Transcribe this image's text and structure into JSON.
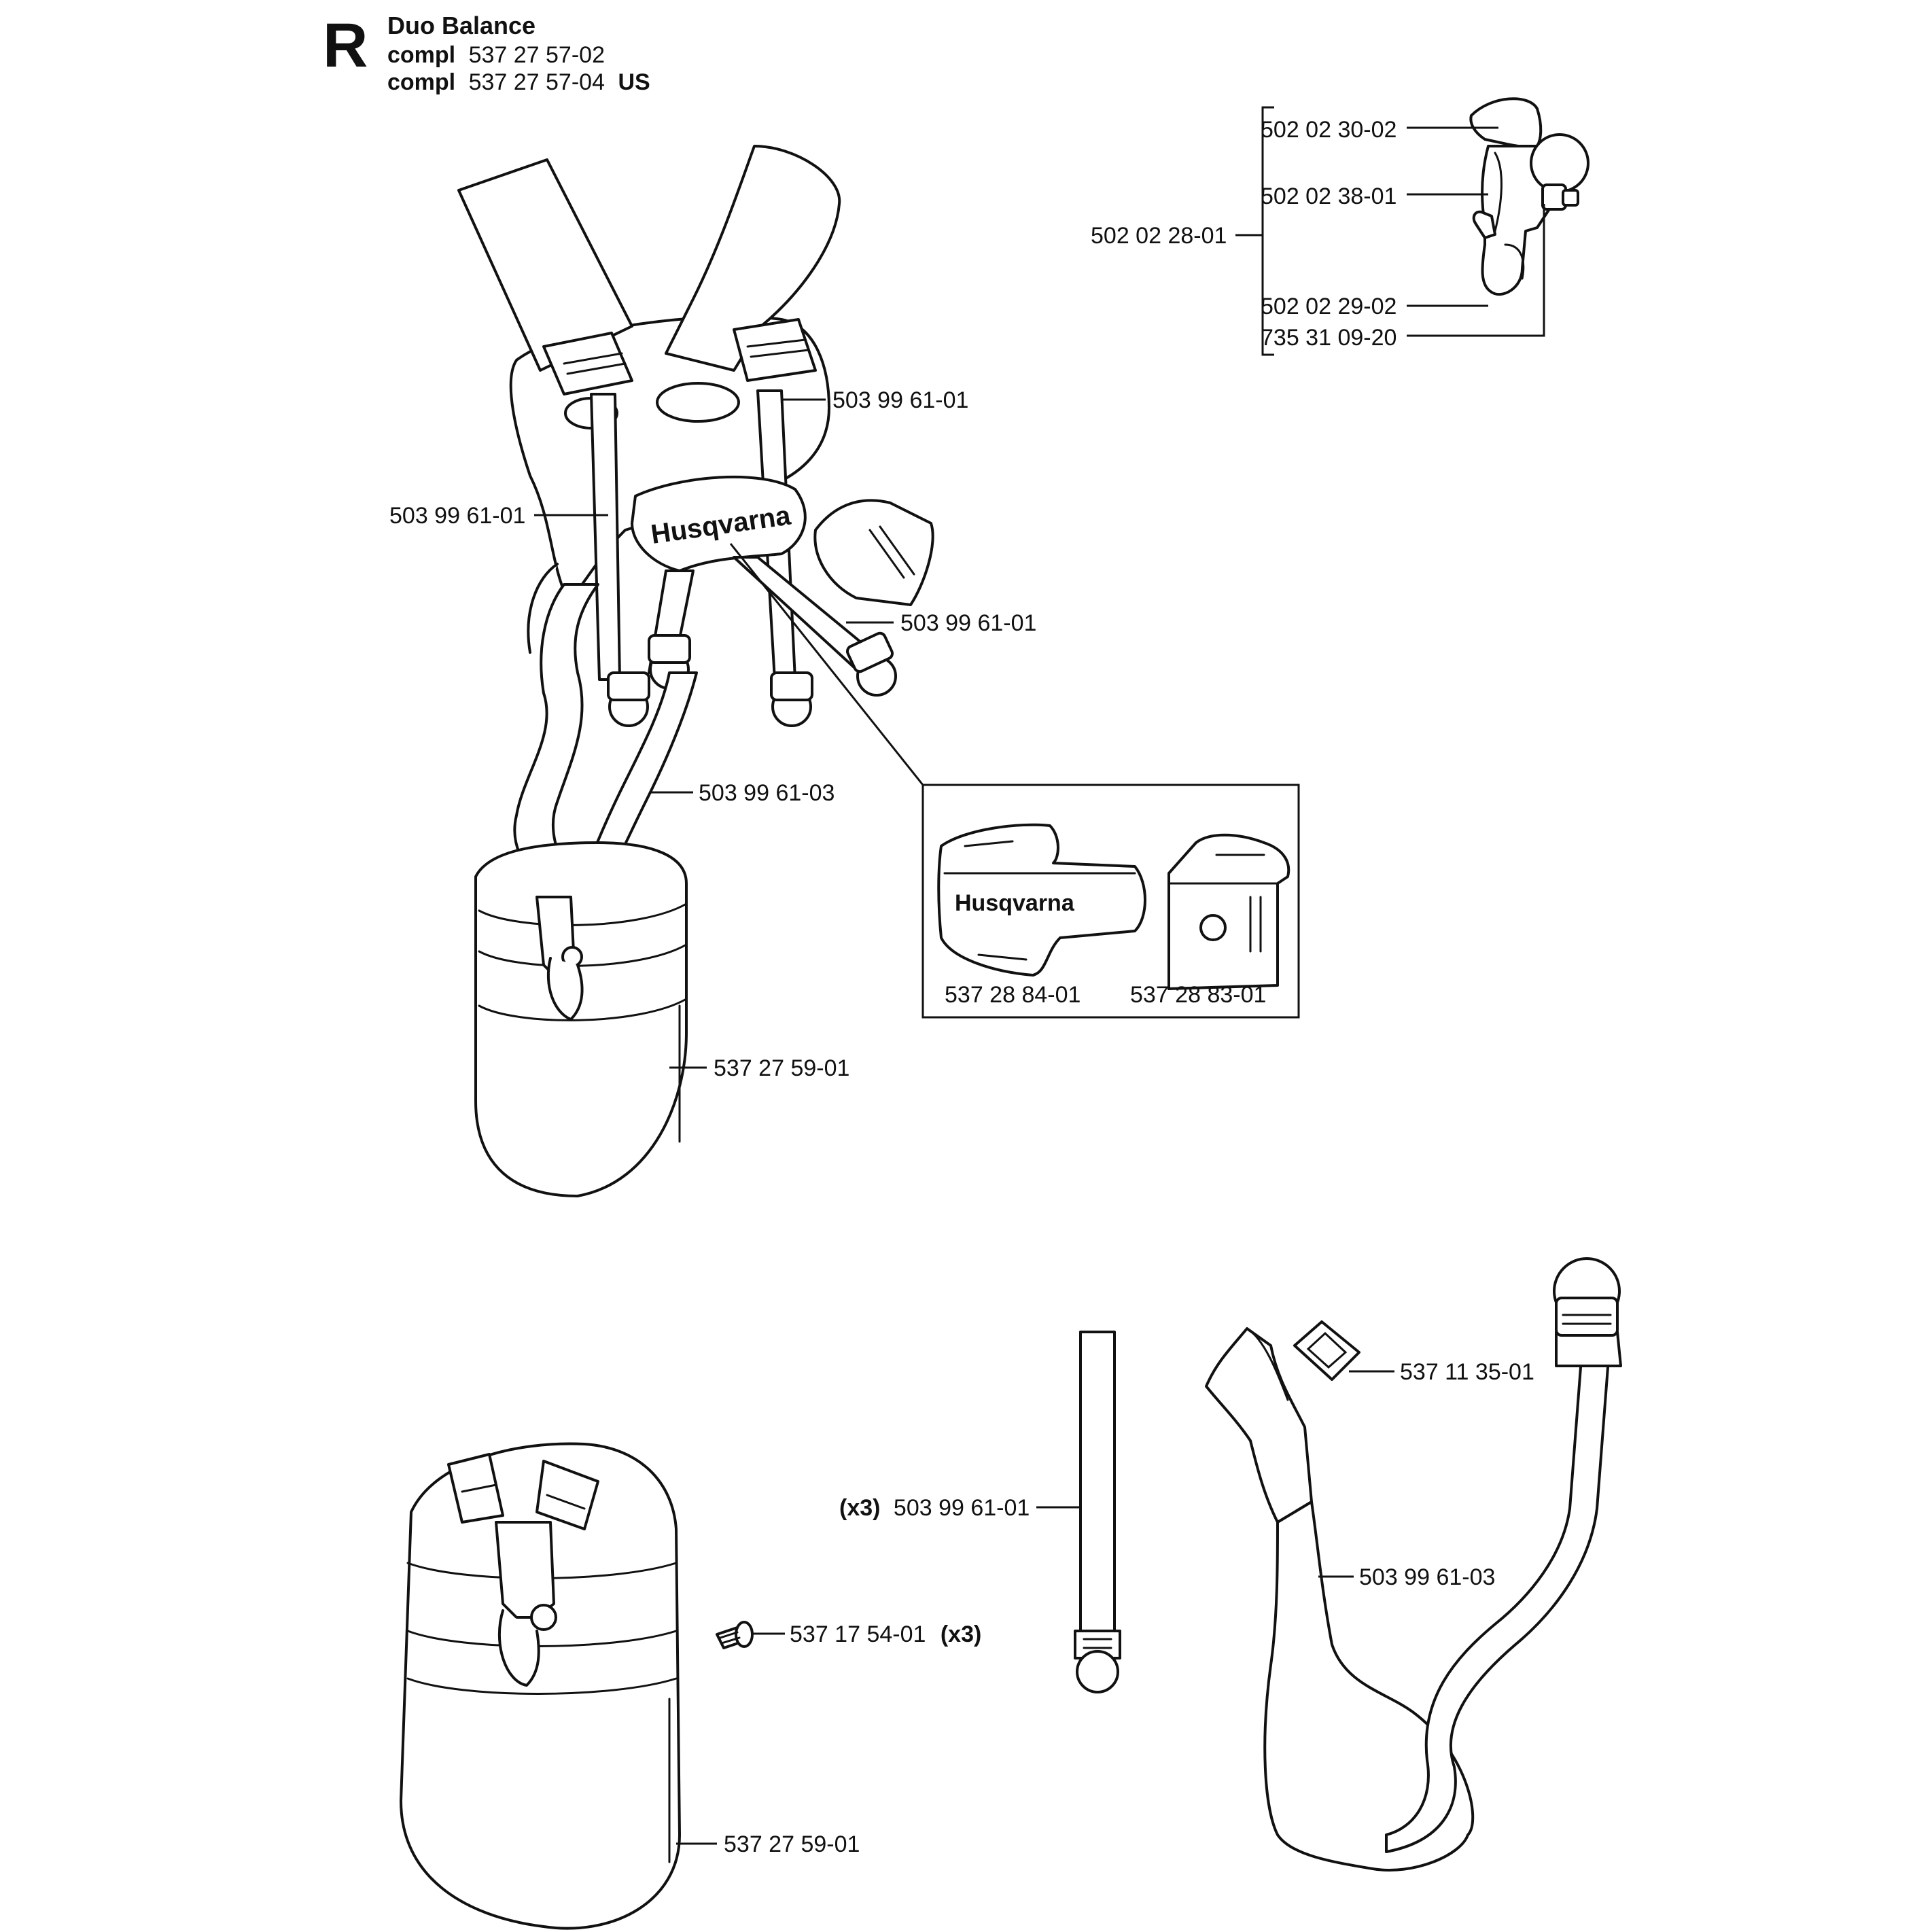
{
  "header": {
    "letter": "R",
    "title": "Duo Balance",
    "line1_prefix": "compl",
    "line1_number": "537 27 57-02",
    "line2_prefix": "compl",
    "line2_number": "537 27 57-04",
    "line2_suffix": "US"
  },
  "brand": "Husqvarna",
  "labels": {
    "p_502_02_30_02": "502 02 30-02",
    "p_502_02_38_01": "502 02 38-01",
    "p_502_02_28_01": "502 02 28-01",
    "p_502_02_29_02": "502 02 29-02",
    "p_735_31_09_20": "735 31 09-20",
    "p_503_99_61_01_a": "503 99 61-01",
    "p_503_99_61_01_b": "503 99 61-01",
    "p_503_99_61_01_c": "503 99 61-01",
    "p_503_99_61_03_a": "503 99 61-03",
    "p_537_27_59_01_a": "537 27 59-01",
    "p_537_28_84_01": "537 28 84-01",
    "p_537_28_83_01": "537 28 83-01",
    "p_537_11_35_01": "537 11 35-01",
    "x3_prefix": "(x3)",
    "p_503_99_61_01_d": "503 99 61-01",
    "p_503_99_61_03_b": "503 99 61-03",
    "p_537_17_54_01": "537 17 54-01",
    "x3_suffix": "(x3)",
    "p_537_27_59_01_b": "537 27 59-01"
  }
}
